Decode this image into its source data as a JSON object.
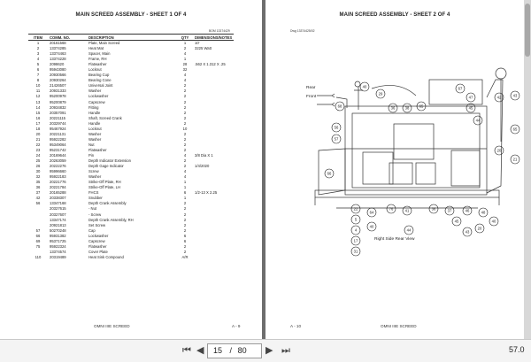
{
  "left_page": {
    "title": "MAIN SCREED ASSEMBLY - SHEET 1 OF 4",
    "bom_ref": "BOM 13374429",
    "columns": [
      "ITEM",
      "COMM. NO.",
      "DESCRIPTION",
      "QTY",
      "DIMENSIONS/NOTES"
    ],
    "rows": [
      [
        "1",
        "20161568",
        "Plate, Main Screed",
        "1",
        "10'"
      ],
      [
        "2",
        "13374285",
        "Heat Mat",
        "2",
        "3225 Watt"
      ],
      [
        "3",
        "13374463",
        "Spacer, Main",
        "4",
        ""
      ],
      [
        "4",
        "13374228",
        "Frame, RH",
        "1",
        ""
      ],
      [
        "5",
        "2098620",
        "Flatwasher",
        "28",
        ".562 X 1.312 X .25"
      ],
      [
        "6",
        "95943080",
        "Locknut",
        "32",
        ""
      ],
      [
        "7",
        "20930566",
        "Bearing Cup",
        "4",
        ""
      ],
      [
        "8",
        "20930264",
        "Bearing Cone",
        "4",
        ""
      ],
      [
        "10",
        "21426507",
        "Universal Joint",
        "2",
        ""
      ],
      [
        "11",
        "20931333",
        "Washer",
        "2",
        ""
      ],
      [
        "12",
        "95200978",
        "Lockwasher",
        "2",
        ""
      ],
      [
        "13",
        "95200879",
        "Capscrew",
        "2",
        ""
      ],
      [
        "14",
        "20934832",
        "Fitting",
        "2",
        ""
      ],
      [
        "15",
        "20357091",
        "Handle",
        "2",
        ""
      ],
      [
        "16",
        "20221115",
        "Shaft, Screed Crank",
        "2",
        ""
      ],
      [
        "17",
        "20329744",
        "Handle",
        "2",
        ""
      ],
      [
        "18",
        "95467924",
        "Locknut",
        "10",
        ""
      ],
      [
        "20",
        "20221131",
        "Washer",
        "2",
        ""
      ],
      [
        "21",
        "95922282",
        "Washer",
        "2",
        ""
      ],
      [
        "22",
        "95349064",
        "Nut",
        "2",
        ""
      ],
      [
        "23",
        "95231742",
        "Flatwasher",
        "2",
        ""
      ],
      [
        "24",
        "20169644",
        "Pin",
        "4",
        "3/8 Dia X 1"
      ],
      [
        "25",
        "20263059",
        "Depth Indicator Extension",
        "2",
        ""
      ],
      [
        "26",
        "20222276",
        "Depth Gage Indicator",
        "2",
        "1/4/2020"
      ],
      [
        "30",
        "95996660",
        "Screw",
        "4",
        ""
      ],
      [
        "32",
        "95922183",
        "Washer",
        "4",
        ""
      ],
      [
        "35",
        "20221776",
        "Strike-Off Plate, RH",
        "1",
        ""
      ],
      [
        "36",
        "20221784",
        "Strike-Off Plate, LH",
        "1",
        ""
      ],
      [
        "37",
        "20165288",
        "FHCS",
        "6",
        "1/2-13 X 2.25"
      ],
      [
        "42",
        "20338307",
        "Snubber",
        "1",
        ""
      ],
      [
        "56",
        "13347168",
        "Depth Crank Assembly",
        "2",
        ""
      ],
      [
        "",
        "20327615",
        "- Nut",
        "2",
        ""
      ],
      [
        "",
        "20327607",
        "- Screw",
        "2",
        ""
      ],
      [
        "",
        "13347174",
        "Depth Crank Assembly, RH",
        "2",
        ""
      ],
      [
        "",
        "20921813",
        "Set Screw",
        "2",
        ""
      ],
      [
        "57",
        "50270248",
        "Cap",
        "2",
        ""
      ],
      [
        "66",
        "95931382",
        "Lockwasher",
        "6",
        ""
      ],
      [
        "69",
        "95371725",
        "Capscrew",
        "6",
        ""
      ],
      [
        "75",
        "95922324",
        "Flatwasher",
        "2",
        ""
      ],
      [
        "",
        "13374574",
        "Cover Plate",
        "2",
        ""
      ],
      [
        "110",
        "20319489",
        "Heat Sink Compound",
        "A/R",
        ""
      ]
    ],
    "footer_left": "OMNI IIIE SCREED",
    "footer_right": "A - 9"
  },
  "right_page": {
    "title": "MAIN SCREED ASSEMBLY - SHEET 2 OF 4",
    "dwg_ref": "Dwg 13374425/02",
    "labels": {
      "rear": "Rear",
      "front": "Front",
      "view": "Right Side Rear View"
    },
    "callouts": [
      "40",
      "29",
      "36",
      "38",
      "65",
      "68",
      "56",
      "57",
      "66",
      "67",
      "47",
      "45",
      "44",
      "42",
      "43",
      "65",
      "20",
      "21",
      "22",
      "5",
      "4",
      "17",
      "31",
      "64",
      "76",
      "41",
      "36",
      "37",
      "46",
      "48",
      "45",
      "43",
      "20",
      "40",
      "44",
      "40"
    ],
    "footer_left": "A - 10",
    "footer_right": "OMNI IIIE SCREED"
  },
  "toolbar": {
    "current_page": "15",
    "separator": "/",
    "total_pages": "80",
    "zoom": "57.0"
  }
}
